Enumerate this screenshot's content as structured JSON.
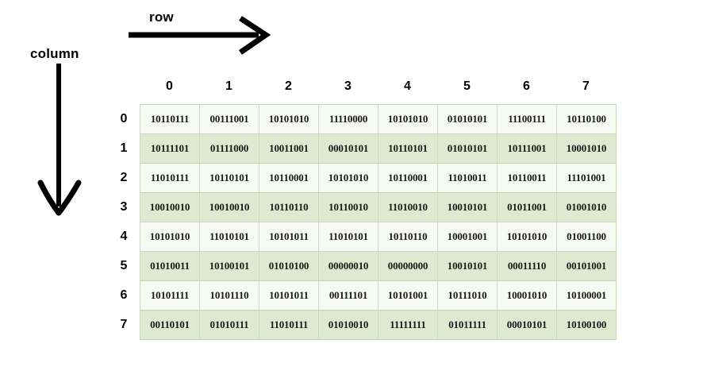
{
  "annotations": {
    "row_label": "row",
    "column_label": "column",
    "row_arrow_icon": "right-arrow-icon",
    "column_arrow_icon": "down-arrow-icon"
  },
  "grid": {
    "column_headers": [
      "0",
      "1",
      "2",
      "3",
      "4",
      "5",
      "6",
      "7"
    ],
    "row_headers": [
      "0",
      "1",
      "2",
      "3",
      "4",
      "5",
      "6",
      "7"
    ],
    "rows": [
      [
        "10110111",
        "00111001",
        "10101010",
        "11110000",
        "10101010",
        "01010101",
        "11100111",
        "10110100"
      ],
      [
        "10111101",
        "01111000",
        "10011001",
        "00010101",
        "10110101",
        "01010101",
        "10111001",
        "10001010"
      ],
      [
        "11010111",
        "10110101",
        "10110001",
        "10101010",
        "10110001",
        "11010011",
        "10110011",
        "11101001"
      ],
      [
        "10010010",
        "10010010",
        "10110110",
        "10110010",
        "11010010",
        "10010101",
        "01011001",
        "01001010"
      ],
      [
        "10101010",
        "11010101",
        "10101011",
        "11010101",
        "10110110",
        "10001001",
        "10101010",
        "01001100"
      ],
      [
        "01010011",
        "10100101",
        "01010100",
        "00000010",
        "00000000",
        "10010101",
        "00011110",
        "00101001"
      ],
      [
        "10101111",
        "10101110",
        "10101011",
        "00111101",
        "10101001",
        "10111010",
        "10001010",
        "10100001"
      ],
      [
        "00110101",
        "01010111",
        "11010111",
        "01010010",
        "11111111",
        "01011111",
        "00010101",
        "10100100"
      ]
    ]
  },
  "colors": {
    "row_even_bg": "#f7faf3",
    "row_odd_bg": "#dfe9d2",
    "grid_line": "#cddcc0",
    "table_border": "#c9d8b4",
    "text": "#1a1a1a",
    "arrow": "#000000"
  }
}
